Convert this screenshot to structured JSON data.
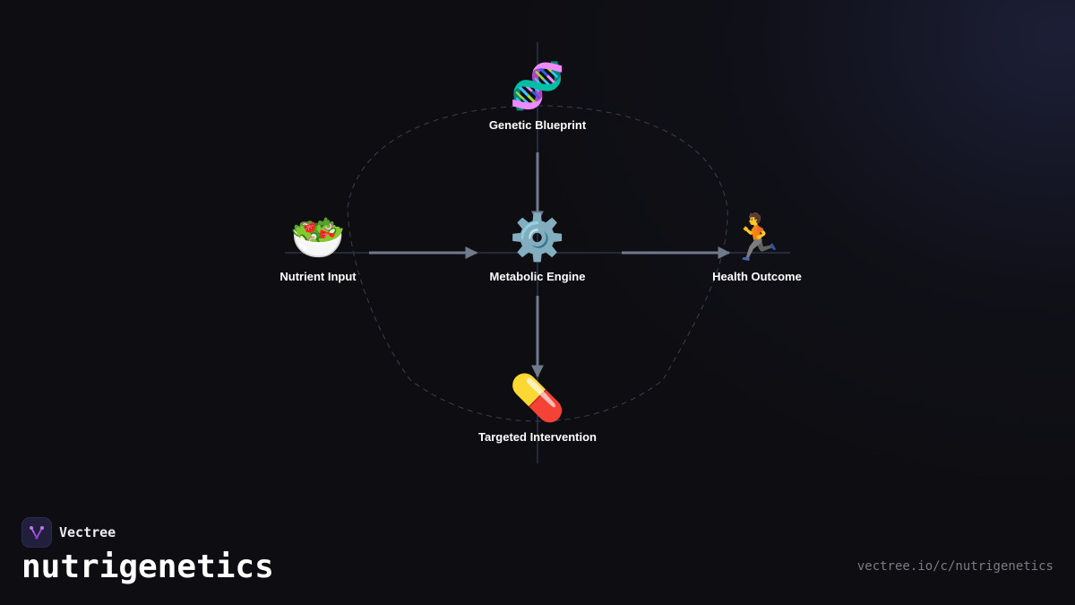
{
  "diagram": {
    "nodes": [
      {
        "id": "genetic",
        "icon": "🧬",
        "icon_name": "dna-icon",
        "label": "Genetic Blueprint"
      },
      {
        "id": "nutrient",
        "icon": "🥗",
        "icon_name": "salad-bowl-icon",
        "label": "Nutrient Input"
      },
      {
        "id": "metabolic",
        "icon": "⚙️",
        "icon_name": "gear-icon",
        "label": "Metabolic Engine"
      },
      {
        "id": "health",
        "icon": "🏃",
        "icon_name": "runner-icon",
        "label": "Health Outcome"
      },
      {
        "id": "intervention",
        "icon": "💊",
        "icon_name": "pill-icon",
        "label": "Targeted Intervention"
      }
    ],
    "edges": [
      {
        "from": "genetic",
        "to": "metabolic"
      },
      {
        "from": "nutrient",
        "to": "metabolic"
      },
      {
        "from": "metabolic",
        "to": "health"
      },
      {
        "from": "metabolic",
        "to": "intervention"
      }
    ],
    "colors": {
      "arrow": "#6f7a8c",
      "axis": "#2a3448",
      "dashed_outline": "#3a3f50",
      "label": "#ffffff"
    }
  },
  "footer": {
    "brand_name": "Vectree",
    "logo_icon": "vectree-logo-icon",
    "title": "nutrigenetics",
    "url": "vectree.io/c/nutrigenetics"
  }
}
